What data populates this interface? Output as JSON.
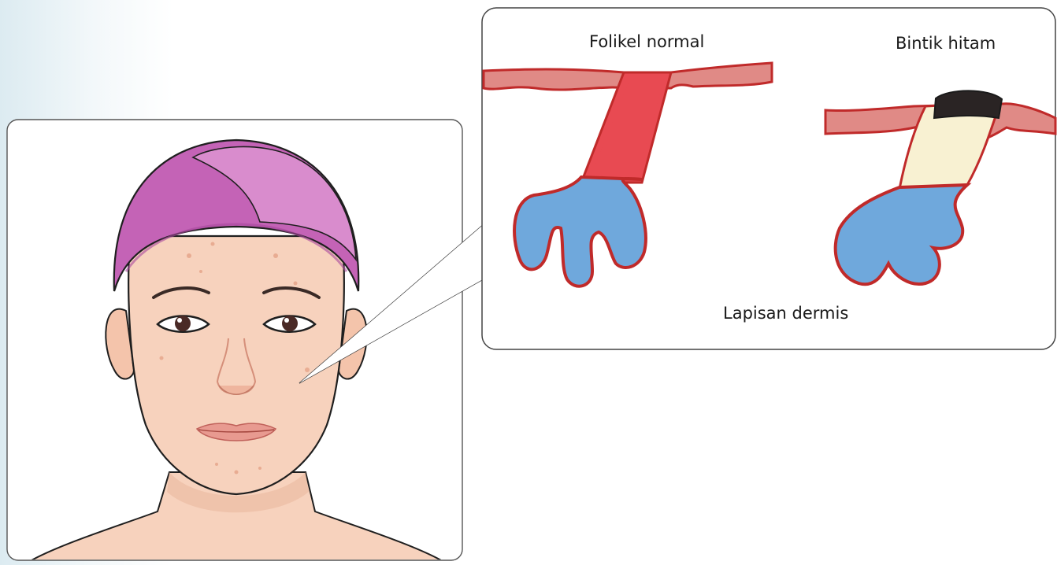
{
  "labels": {
    "normal_follicle": "Folikel normal",
    "blackhead": "Bintik hitam",
    "dermis_layer": "Lapisan dermis"
  },
  "colors": {
    "skin": "#f7d2bd",
    "skin_outline": "#1f1f1f",
    "cap": "#c463b6",
    "cap_light": "#d98ccd",
    "follicle_wall": "#e08a86",
    "follicle_outline": "#c02a2a",
    "follicle_channel": "#e84a52",
    "sebaceous_gland": "#6fa8dc",
    "sebum_plug": "#f8f1d2",
    "melanin_tip": "#2a2424",
    "lips": "#e89a90",
    "iris": "#4a2a26"
  }
}
